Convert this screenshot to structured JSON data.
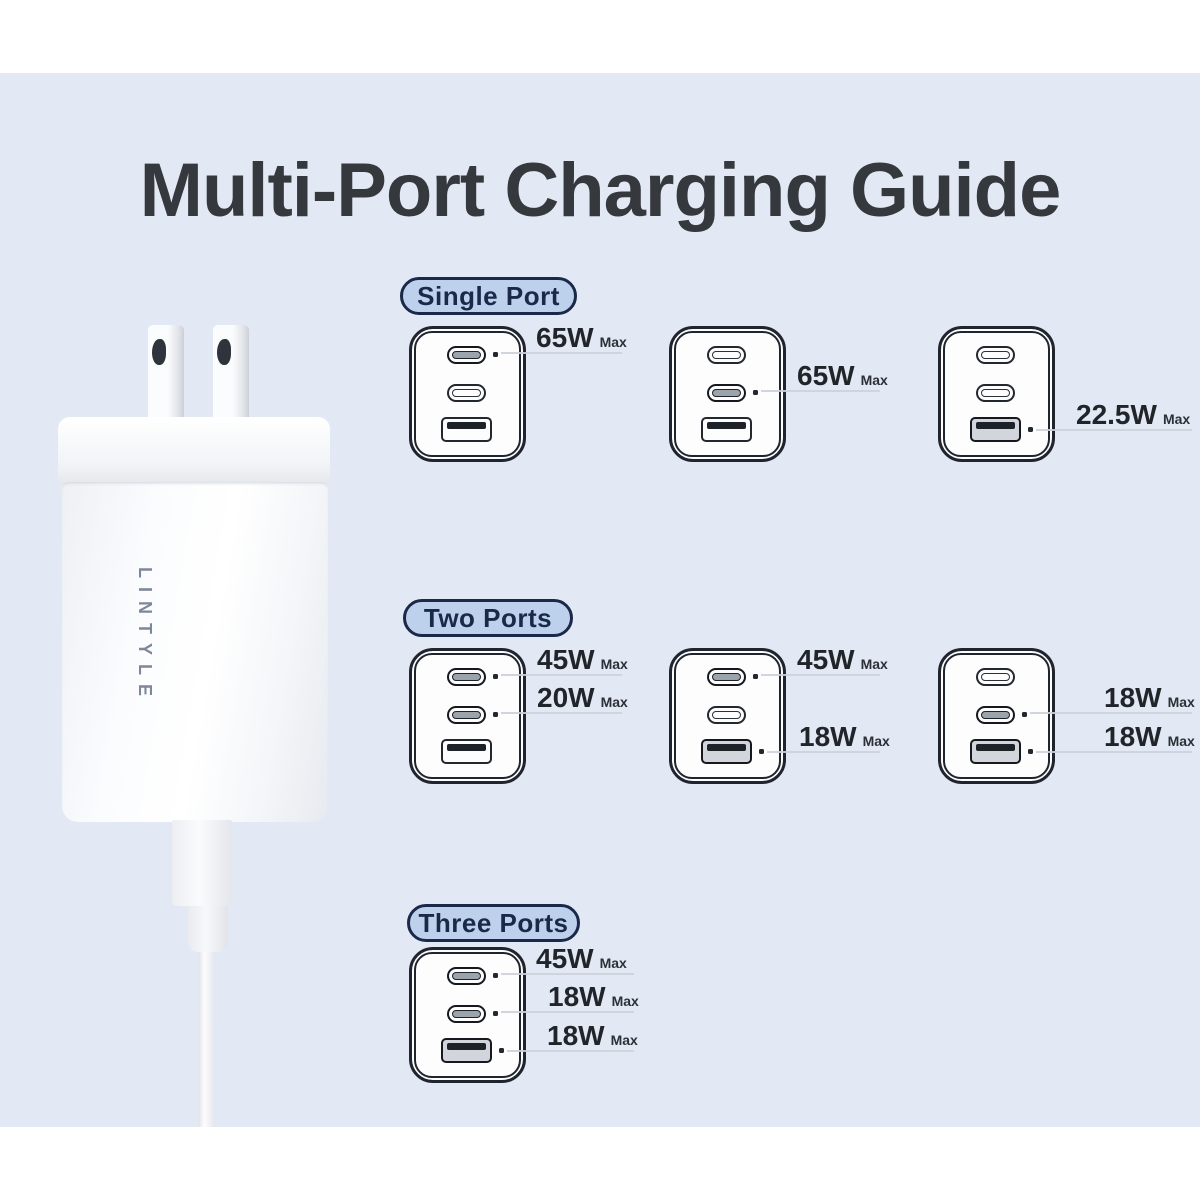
{
  "page": {
    "title": "Multi-Port Charging Guide"
  },
  "product": {
    "brand": "LINTYLE"
  },
  "colors": {
    "background": "#e3e9f4",
    "pill_fill": "#bdd1ec",
    "pill_border": "#1a2949",
    "port_outline": "#23272e",
    "leader_line": "#ccd1da",
    "title_text": "#35383d"
  },
  "sections": [
    {
      "label": "Single Port",
      "chargers": [
        {
          "callouts": [
            {
              "port": "usb-c-1",
              "value": "65W",
              "unit": "Max"
            }
          ]
        },
        {
          "callouts": [
            {
              "port": "usb-c-2",
              "value": "65W",
              "unit": "Max"
            }
          ]
        },
        {
          "callouts": [
            {
              "port": "usb-a",
              "value": "22.5W",
              "unit": "Max"
            }
          ]
        }
      ]
    },
    {
      "label": "Two Ports",
      "chargers": [
        {
          "callouts": [
            {
              "port": "usb-c-1",
              "value": "45W",
              "unit": "Max"
            },
            {
              "port": "usb-c-2",
              "value": "20W",
              "unit": "Max"
            }
          ]
        },
        {
          "callouts": [
            {
              "port": "usb-c-1",
              "value": "45W",
              "unit": "Max"
            },
            {
              "port": "usb-a",
              "value": "18W",
              "unit": "Max"
            }
          ]
        },
        {
          "callouts": [
            {
              "port": "usb-c-2",
              "value": "18W",
              "unit": "Max"
            },
            {
              "port": "usb-a",
              "value": "18W",
              "unit": "Max"
            }
          ]
        }
      ]
    },
    {
      "label": "Three Ports",
      "chargers": [
        {
          "callouts": [
            {
              "port": "usb-c-1",
              "value": "45W",
              "unit": "Max"
            },
            {
              "port": "usb-c-2",
              "value": "18W",
              "unit": "Max"
            },
            {
              "port": "usb-a",
              "value": "18W",
              "unit": "Max"
            }
          ]
        }
      ]
    }
  ]
}
